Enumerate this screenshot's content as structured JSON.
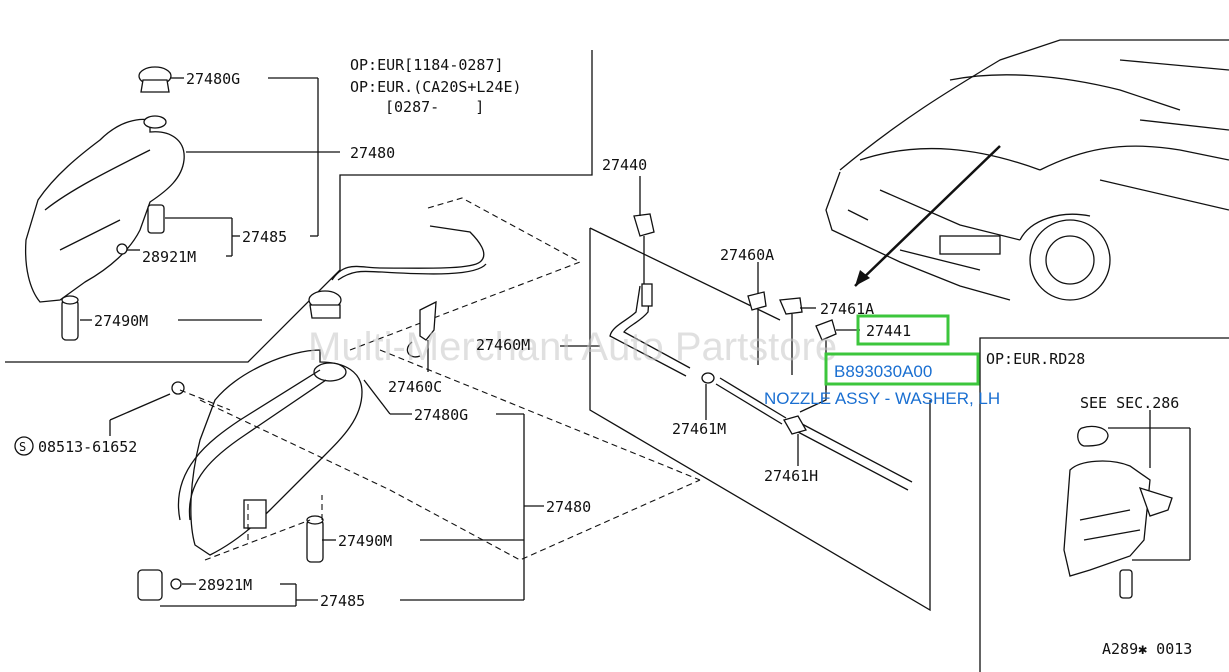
{
  "diagram": {
    "notes": {
      "op_eur_1": "OP:EUR[1184-0287]",
      "op_eur_2": "OP:EUR.(CA20S+L24E)",
      "op_eur_3": "[0287-    ]",
      "op_eur_rd28": "OP:EUR.RD28",
      "see_sec": "SEE SEC.286",
      "figure_code": "A289✱ 0013"
    },
    "labels": {
      "p27480G_top": "27480G",
      "p27480_top": "27480",
      "p27485_top": "27485",
      "p28921M_top": "28921M",
      "p27490M_top": "27490M",
      "p27440": "27440",
      "p27460A": "27460A",
      "p27461A": "27461A",
      "p27441": "27441",
      "p27460M": "27460M",
      "p27460C": "27460C",
      "p27461M": "27461M",
      "p27461H": "27461H",
      "p27480G_bot": "27480G",
      "p27480_bot": "27480",
      "p27490M_bot": "27490M",
      "p28921M_bot": "28921M",
      "p27485_bot": "27485",
      "bolt": "08513-61652",
      "bolt_prefix": "S"
    },
    "highlight": {
      "part_number": "B893030A00",
      "description": "NOZZLE ASSY - WASHER, LH"
    },
    "watermark": "Multi-Merchant Auto Partstore",
    "colors": {
      "highlight_border": "#3cc63c",
      "highlight_text": "#1a6fd1",
      "ink": "#111111"
    }
  }
}
